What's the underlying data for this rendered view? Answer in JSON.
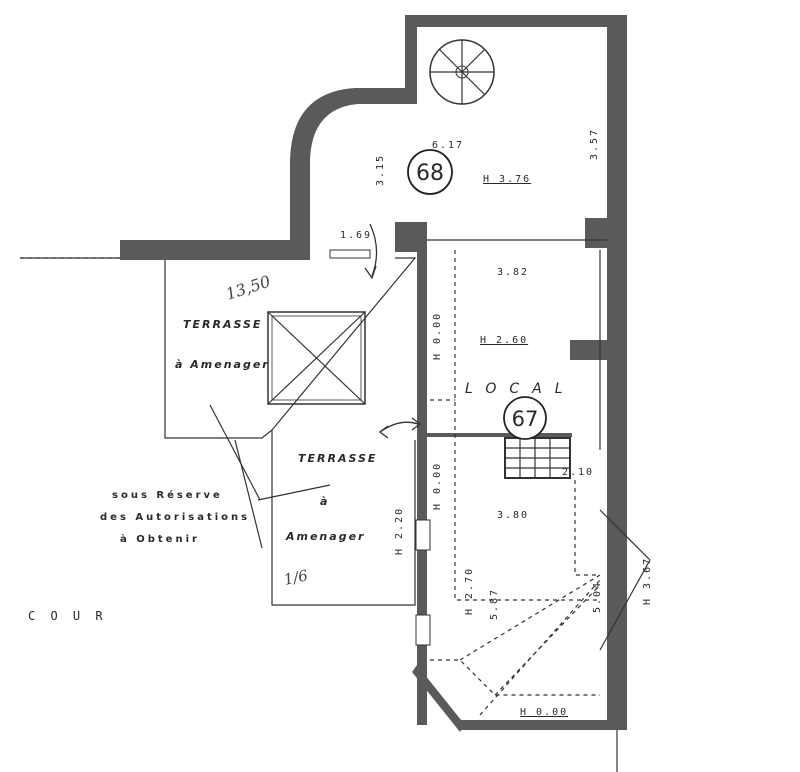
{
  "rooms": [
    {
      "number": "68",
      "area": "6.17",
      "height": "H 3.76"
    },
    {
      "number": "67",
      "area_upper": "3.82",
      "height_upper": "H 2.60",
      "name": "LOCAL",
      "area_lower": "3.80"
    }
  ],
  "dimensions": {
    "d_315": "3.15",
    "d_357": "3.57",
    "d_169": "1.69",
    "d_210": "2.10",
    "h_000_a": "H 0.00",
    "h_000_b": "H 0.00",
    "h_000_c": "H 0.00",
    "h_220": "H 2.20",
    "h_270": "H 2.70",
    "d_587": "5.87",
    "d_504": "5.04",
    "h_367": "H 3.67"
  },
  "terraces": [
    {
      "title": "TERRASSE",
      "subtitle": "à Amenager"
    },
    {
      "title": "TERRASSE",
      "subtitle_a": "à",
      "subtitle_b": "Amenager"
    }
  ],
  "handwritten": {
    "area": "13,50",
    "fraction": "1/6"
  },
  "reserve_note": [
    "sous Réserve",
    "des Autorisations",
    "à Obtenir"
  ],
  "cour": "C O U R"
}
